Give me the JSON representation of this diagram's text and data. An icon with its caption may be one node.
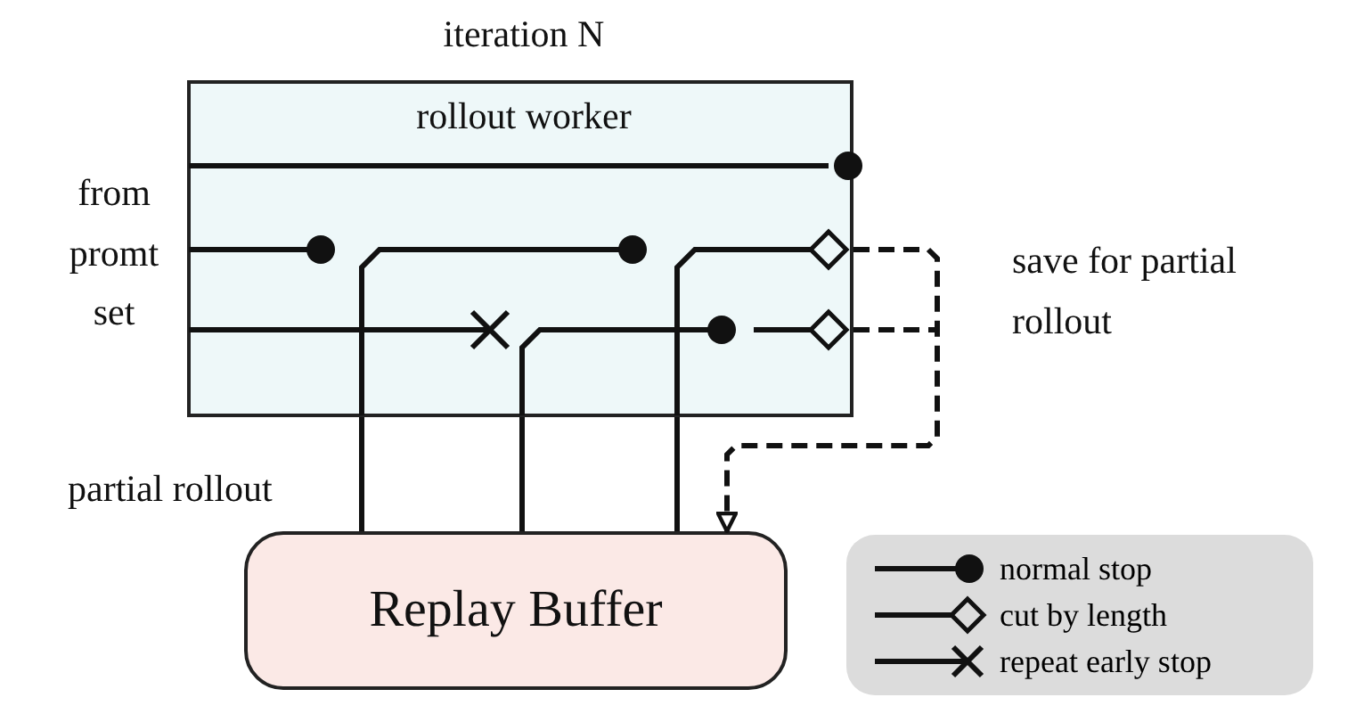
{
  "diagram": {
    "nodes": [
      {
        "text": [
          "iteration N",
          "rollout worker"
        ]
      },
      {
        "text": [
          "Replay Buffer"
        ]
      }
    ],
    "edges": [
      {
        "from": 1,
        "to": 0,
        "arrow": "none"
      },
      {
        "from": 1,
        "to": 0,
        "arrow": "none"
      },
      {
        "from": 1,
        "to": 0,
        "arrow": "none"
      },
      {
        "from": 0,
        "to": 1,
        "arrow": "to",
        "style": "dashed"
      }
    ],
    "labels": [
      "from promt set",
      "save for partial rollout",
      "partial rollout"
    ],
    "legend": [
      {
        "text": "normal stop"
      },
      {
        "text": "cut by length"
      },
      {
        "text": "repeat early stop"
      }
    ]
  }
}
